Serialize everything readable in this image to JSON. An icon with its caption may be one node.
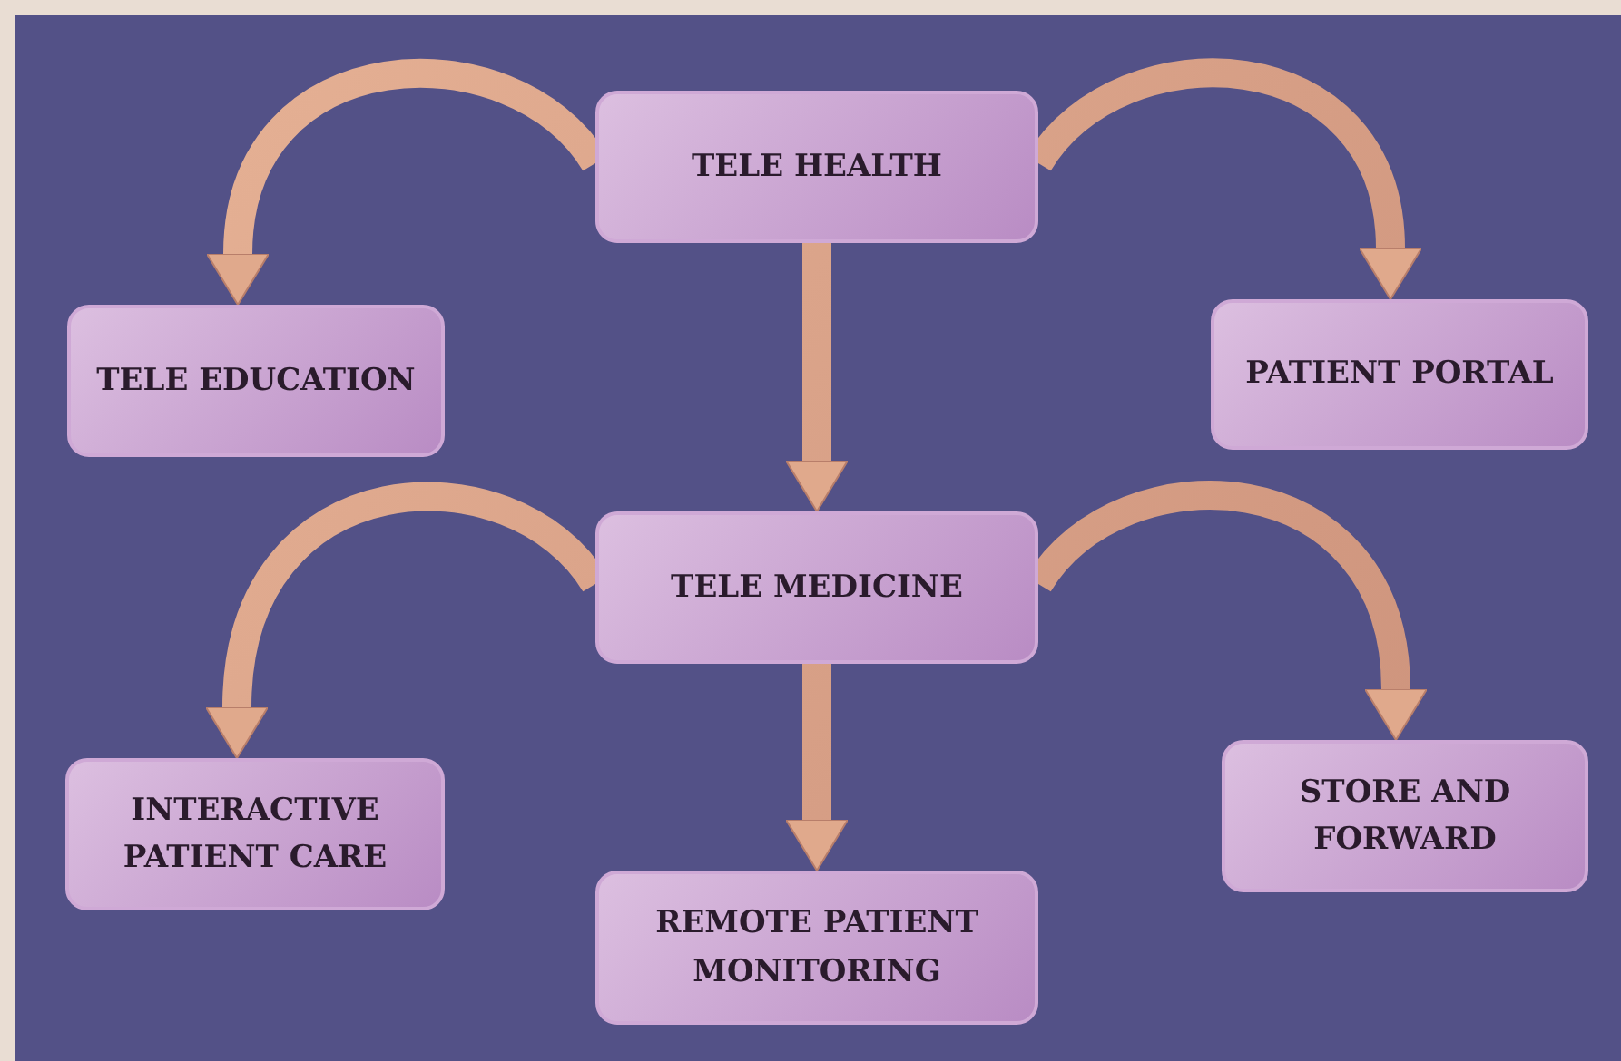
{
  "diagram": {
    "nodes": [
      {
        "text": [
          "TELE HEALTH"
        ]
      },
      {
        "text": [
          "TELE EDUCATION"
        ]
      },
      {
        "text": [
          "PATIENT PORTAL"
        ]
      },
      {
        "text": [
          "TELE MEDICINE"
        ]
      },
      {
        "text": [
          "INTERACTIVE PATIENT CARE"
        ]
      },
      {
        "text": [
          "REMOTE PATIENT MONITORING"
        ]
      },
      {
        "text": [
          "STORE AND FORWARD"
        ]
      }
    ],
    "edges": [
      {
        "from": 0,
        "to": 1,
        "arrow": "to"
      },
      {
        "from": 0,
        "to": 2,
        "arrow": "to"
      },
      {
        "from": 0,
        "to": 3,
        "arrow": "to"
      },
      {
        "from": 3,
        "to": 4,
        "arrow": "to"
      },
      {
        "from": 3,
        "to": 5,
        "arrow": "to"
      },
      {
        "from": 3,
        "to": 6,
        "arrow": "to"
      }
    ]
  }
}
